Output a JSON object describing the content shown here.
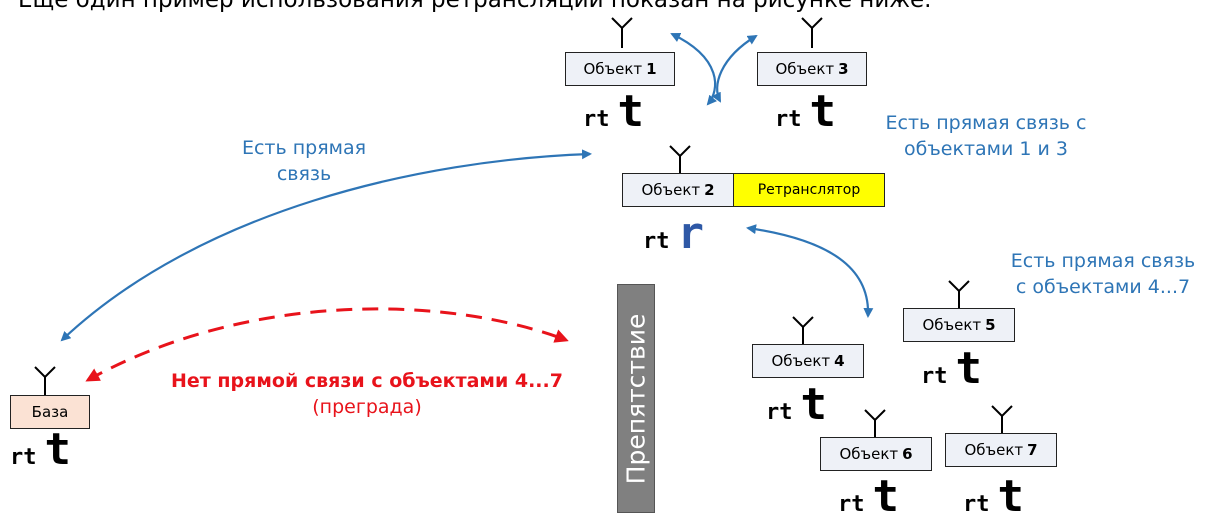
{
  "intro_text": "Ещё один пример использования ретрансляции показан на рисунке ниже.",
  "objects": [
    {
      "id": "obj1",
      "prefix": "Объект",
      "number": "1",
      "code": "rt",
      "mode": "t"
    },
    {
      "id": "obj3",
      "prefix": "Объект",
      "number": "3",
      "code": "rt",
      "mode": "t"
    },
    {
      "id": "obj2",
      "prefix": "Объект",
      "number": "2",
      "code": "rt",
      "mode": "r",
      "role": "Ретранслятор"
    },
    {
      "id": "obj4",
      "prefix": "Объект",
      "number": "4",
      "code": "rt",
      "mode": "t"
    },
    {
      "id": "obj5",
      "prefix": "Объект",
      "number": "5",
      "code": "rt",
      "mode": "t"
    },
    {
      "id": "obj6",
      "prefix": "Объект",
      "number": "6",
      "code": "rt",
      "mode": "t"
    },
    {
      "id": "obj7",
      "prefix": "Объект",
      "number": "7",
      "code": "rt",
      "mode": "t"
    }
  ],
  "base": {
    "label": "База",
    "code": "rt",
    "mode": "t"
  },
  "obstacle_label": "Препятствие",
  "labels": {
    "direct_link_line1": "Есть прямая",
    "direct_link_line2": "связь",
    "link_1_3_line1": "Есть прямая связь с",
    "link_1_3_line2": "объектами 1 и 3",
    "link_4_7_line1": "Есть прямая связь",
    "link_4_7_line2": "с объектами 4...7",
    "no_link_bold": "Нет прямой связи с объектами 4...7",
    "no_link_note": "(преграда)"
  },
  "colors": {
    "link_arrow": "#2e75b6",
    "blocked_arrow": "#e8131b",
    "relay_fill": "#ffff00",
    "base_fill": "#fbe2d4",
    "object_fill": "#eef1f7",
    "obstacle_fill": "#808080"
  },
  "icons": [
    "antenna-icon"
  ]
}
